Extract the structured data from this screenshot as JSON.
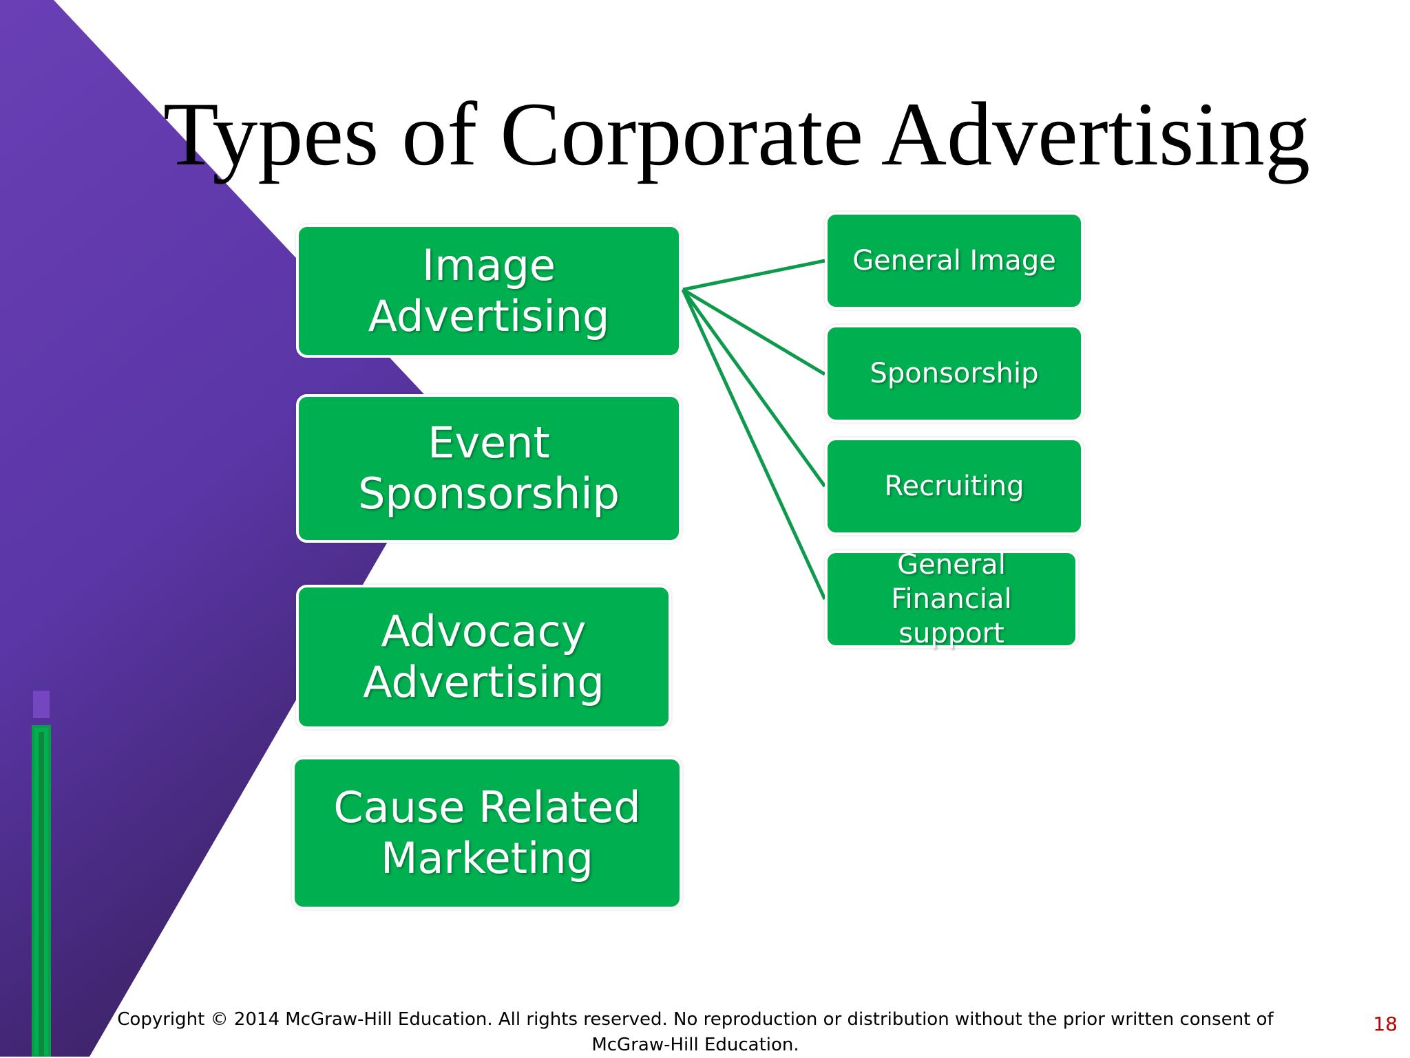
{
  "slide": {
    "title": "Types of Corporate Advertising",
    "footer": "Copyright © 2014 McGraw-Hill Education.  All rights reserved. No reproduction or distribution without the prior written consent of McGraw-Hill Education.",
    "page_number": "18"
  },
  "diagram": {
    "categories": [
      {
        "label": "Image Advertising"
      },
      {
        "label": "Event Sponsorship"
      },
      {
        "label": "Advocacy Advertising"
      },
      {
        "label": "Cause Related Marketing"
      }
    ],
    "image_advertising_subtypes": [
      {
        "label": "General Image"
      },
      {
        "label": "Sponsorship"
      },
      {
        "label": "Recruiting"
      },
      {
        "label": "General Financial support"
      }
    ]
  },
  "colors": {
    "box_fill": "#00b050",
    "connector": "#0e9a4c",
    "background_purple_light": "#6a3fb5",
    "background_purple_dark": "#3c2266",
    "page_number": "#c00000"
  }
}
